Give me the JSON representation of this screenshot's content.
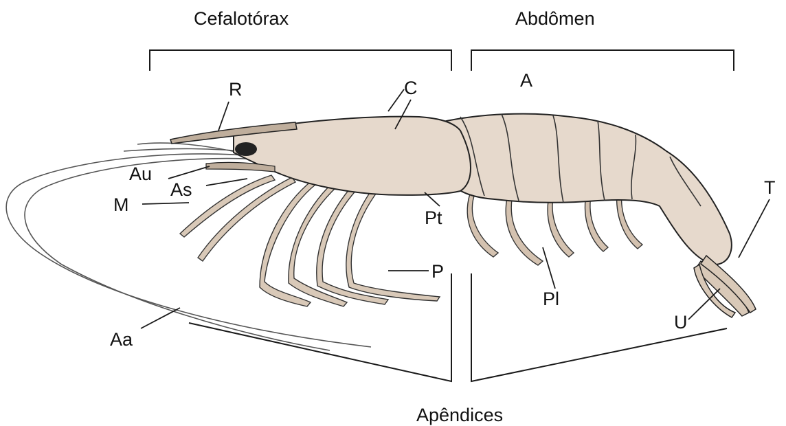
{
  "headings": {
    "cephalothorax": "Cefalotórax",
    "abdomen": "Abdômen",
    "appendages": "Apêndices"
  },
  "labels": {
    "R": "R",
    "C": "C",
    "A": "A",
    "Au": "Au",
    "As": "As",
    "M": "M",
    "Pt": "Pt",
    "P": "P",
    "Pl": "Pl",
    "T": "T",
    "U": "U",
    "Aa": "Aa"
  },
  "colors": {
    "ink": "#1a1a1a",
    "body_fill": "#e6d9cc",
    "body_shade": "#cdb9a6",
    "background": "#ffffff"
  }
}
